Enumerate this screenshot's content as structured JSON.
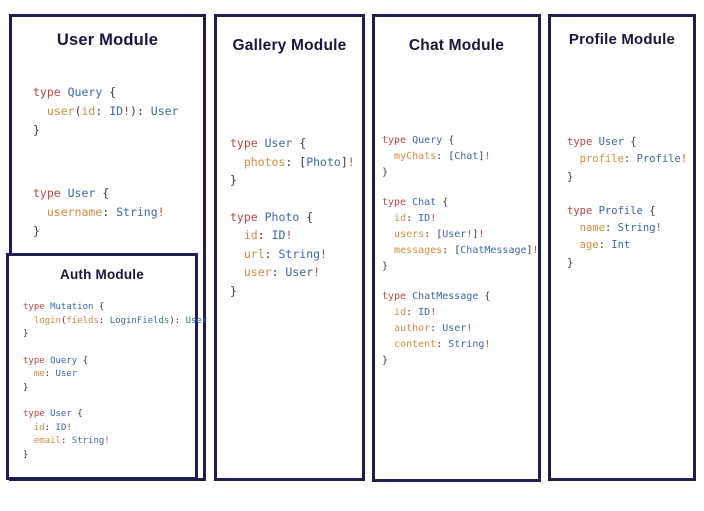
{
  "colors": {
    "background": "#ffffff",
    "border": "#1e1e4c",
    "title": "#16163f",
    "keyword": "#bb4643",
    "type_name": "#3b67b0",
    "field": "#d8893e",
    "punctuation": "#3c3c3c",
    "bang": "#bb4643"
  },
  "panels": [
    {
      "id": "user-module",
      "title": "User Module",
      "blocks": [
        [
          [
            [
              "k",
              "type "
            ],
            [
              "t",
              "Query "
            ],
            [
              "p",
              "{"
            ]
          ],
          [
            [
              "p",
              "  "
            ],
            [
              "f",
              "user"
            ],
            [
              "p",
              "("
            ],
            [
              "f",
              "id"
            ],
            [
              "p",
              ": "
            ],
            [
              "t",
              "ID"
            ],
            [
              "b",
              "!"
            ],
            [
              "p",
              "): "
            ],
            [
              "t",
              "User"
            ]
          ],
          [
            [
              "p",
              "}"
            ]
          ]
        ],
        [
          [
            [
              "k",
              "type "
            ],
            [
              "t",
              "User "
            ],
            [
              "p",
              "{"
            ]
          ],
          [
            [
              "p",
              "  "
            ],
            [
              "f",
              "username"
            ],
            [
              "p",
              ": "
            ],
            [
              "t",
              "String"
            ],
            [
              "b",
              "!"
            ]
          ],
          [
            [
              "p",
              "}"
            ]
          ]
        ]
      ]
    },
    {
      "id": "auth-module",
      "title": "Auth Module",
      "blocks": [
        [
          [
            [
              "k",
              "type "
            ],
            [
              "t",
              "Mutation "
            ],
            [
              "p",
              "{"
            ]
          ],
          [
            [
              "p",
              "  "
            ],
            [
              "f",
              "login"
            ],
            [
              "p",
              "("
            ],
            [
              "f",
              "fields"
            ],
            [
              "p",
              ": "
            ],
            [
              "t",
              "LoginFields"
            ],
            [
              "p",
              "): "
            ],
            [
              "t",
              "User"
            ]
          ],
          [
            [
              "p",
              "}"
            ]
          ]
        ],
        [
          [
            [
              "k",
              "type "
            ],
            [
              "t",
              "Query "
            ],
            [
              "p",
              "{"
            ]
          ],
          [
            [
              "p",
              "  "
            ],
            [
              "f",
              "me"
            ],
            [
              "p",
              ": "
            ],
            [
              "t",
              "User"
            ]
          ],
          [
            [
              "p",
              "}"
            ]
          ]
        ],
        [
          [
            [
              "k",
              "type "
            ],
            [
              "t",
              "User "
            ],
            [
              "p",
              "{"
            ]
          ],
          [
            [
              "p",
              "  "
            ],
            [
              "f",
              "id"
            ],
            [
              "p",
              ": "
            ],
            [
              "t",
              "ID"
            ],
            [
              "b",
              "!"
            ]
          ],
          [
            [
              "p",
              "  "
            ],
            [
              "f",
              "email"
            ],
            [
              "p",
              ": "
            ],
            [
              "t",
              "String"
            ],
            [
              "b",
              "!"
            ]
          ],
          [
            [
              "p",
              "}"
            ]
          ]
        ]
      ]
    },
    {
      "id": "gallery-module",
      "title": "Gallery Module",
      "blocks": [
        [
          [
            [
              "k",
              "type "
            ],
            [
              "t",
              "User "
            ],
            [
              "p",
              "{"
            ]
          ],
          [
            [
              "p",
              "  "
            ],
            [
              "f",
              "photos"
            ],
            [
              "p",
              ": ["
            ],
            [
              "t",
              "Photo"
            ],
            [
              "p",
              "]"
            ],
            [
              "b",
              "!"
            ]
          ],
          [
            [
              "p",
              "}"
            ]
          ]
        ],
        [
          [
            [
              "k",
              "type "
            ],
            [
              "t",
              "Photo "
            ],
            [
              "p",
              "{"
            ]
          ],
          [
            [
              "p",
              "  "
            ],
            [
              "f",
              "id"
            ],
            [
              "p",
              ": "
            ],
            [
              "t",
              "ID"
            ],
            [
              "b",
              "!"
            ]
          ],
          [
            [
              "p",
              "  "
            ],
            [
              "f",
              "url"
            ],
            [
              "p",
              ": "
            ],
            [
              "t",
              "String"
            ],
            [
              "b",
              "!"
            ]
          ],
          [
            [
              "p",
              "  "
            ],
            [
              "f",
              "user"
            ],
            [
              "p",
              ": "
            ],
            [
              "t",
              "User"
            ],
            [
              "b",
              "!"
            ]
          ],
          [
            [
              "p",
              "}"
            ]
          ]
        ]
      ]
    },
    {
      "id": "chat-module",
      "title": "Chat Module",
      "blocks": [
        [
          [
            [
              "k",
              "type "
            ],
            [
              "t",
              "Query "
            ],
            [
              "p",
              "{"
            ]
          ],
          [
            [
              "p",
              "  "
            ],
            [
              "f",
              "myChats"
            ],
            [
              "p",
              ": ["
            ],
            [
              "t",
              "Chat"
            ],
            [
              "p",
              "]"
            ],
            [
              "b",
              "!"
            ]
          ],
          [
            [
              "p",
              "}"
            ]
          ]
        ],
        [
          [
            [
              "k",
              "type "
            ],
            [
              "t",
              "Chat "
            ],
            [
              "p",
              "{"
            ]
          ],
          [
            [
              "p",
              "  "
            ],
            [
              "f",
              "id"
            ],
            [
              "p",
              ": "
            ],
            [
              "t",
              "ID"
            ],
            [
              "b",
              "!"
            ]
          ],
          [
            [
              "p",
              "  "
            ],
            [
              "f",
              "users"
            ],
            [
              "p",
              ": ["
            ],
            [
              "t",
              "User"
            ],
            [
              "b",
              "!"
            ],
            [
              "p",
              "]"
            ],
            [
              "b",
              "!"
            ]
          ],
          [
            [
              "p",
              "  "
            ],
            [
              "f",
              "messages"
            ],
            [
              "p",
              ": ["
            ],
            [
              "t",
              "ChatMessage"
            ],
            [
              "p",
              "]"
            ],
            [
              "b",
              "!"
            ]
          ],
          [
            [
              "p",
              "}"
            ]
          ]
        ],
        [
          [
            [
              "k",
              "type "
            ],
            [
              "t",
              "ChatMessage "
            ],
            [
              "p",
              "{"
            ]
          ],
          [
            [
              "p",
              "  "
            ],
            [
              "f",
              "id"
            ],
            [
              "p",
              ": "
            ],
            [
              "t",
              "ID"
            ],
            [
              "b",
              "!"
            ]
          ],
          [
            [
              "p",
              "  "
            ],
            [
              "f",
              "author"
            ],
            [
              "p",
              ": "
            ],
            [
              "t",
              "User"
            ],
            [
              "b",
              "!"
            ]
          ],
          [
            [
              "p",
              "  "
            ],
            [
              "f",
              "content"
            ],
            [
              "p",
              ": "
            ],
            [
              "t",
              "String"
            ],
            [
              "b",
              "!"
            ]
          ],
          [
            [
              "p",
              "}"
            ]
          ]
        ]
      ]
    },
    {
      "id": "profile-module",
      "title": "Profile Module",
      "blocks": [
        [
          [
            [
              "k",
              "type "
            ],
            [
              "t",
              "User "
            ],
            [
              "p",
              "{"
            ]
          ],
          [
            [
              "p",
              "  "
            ],
            [
              "f",
              "profile"
            ],
            [
              "p",
              ": "
            ],
            [
              "t",
              "Profile"
            ],
            [
              "b",
              "!"
            ]
          ],
          [
            [
              "p",
              "}"
            ]
          ]
        ],
        [
          [
            [
              "k",
              "type "
            ],
            [
              "t",
              "Profile "
            ],
            [
              "p",
              "{"
            ]
          ],
          [
            [
              "p",
              "  "
            ],
            [
              "f",
              "name"
            ],
            [
              "p",
              ": "
            ],
            [
              "t",
              "String"
            ],
            [
              "b",
              "!"
            ]
          ],
          [
            [
              "p",
              "  "
            ],
            [
              "f",
              "age"
            ],
            [
              "p",
              ": "
            ],
            [
              "t",
              "Int"
            ]
          ],
          [
            [
              "p",
              "}"
            ]
          ]
        ]
      ]
    }
  ]
}
